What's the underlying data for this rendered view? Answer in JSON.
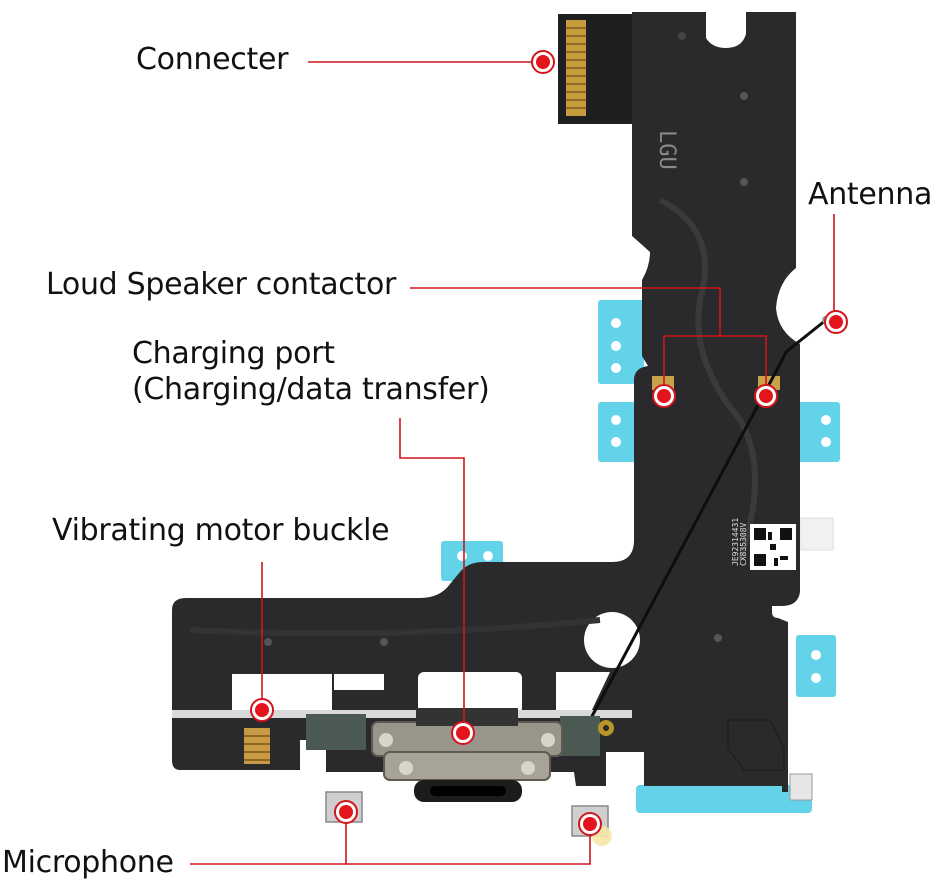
{
  "labels": {
    "connecter": "Connecter",
    "antenna": "Antenna",
    "loud_speaker": "Loud Speaker contactor",
    "charging_port_line1": "Charging port",
    "charging_port_line2": "(Charging/data transfer)",
    "vibrating_motor": "Vibrating motor buckle",
    "microphone": "Microphone"
  },
  "board_print": {
    "model_code": "LGU",
    "serial_1": "CX835308V",
    "serial_2": "JE92314431"
  },
  "colors": {
    "callout_line": "#d0151b",
    "marker": "#e3141b",
    "board": "#2a2a2c",
    "tape": "#63d3ea"
  }
}
